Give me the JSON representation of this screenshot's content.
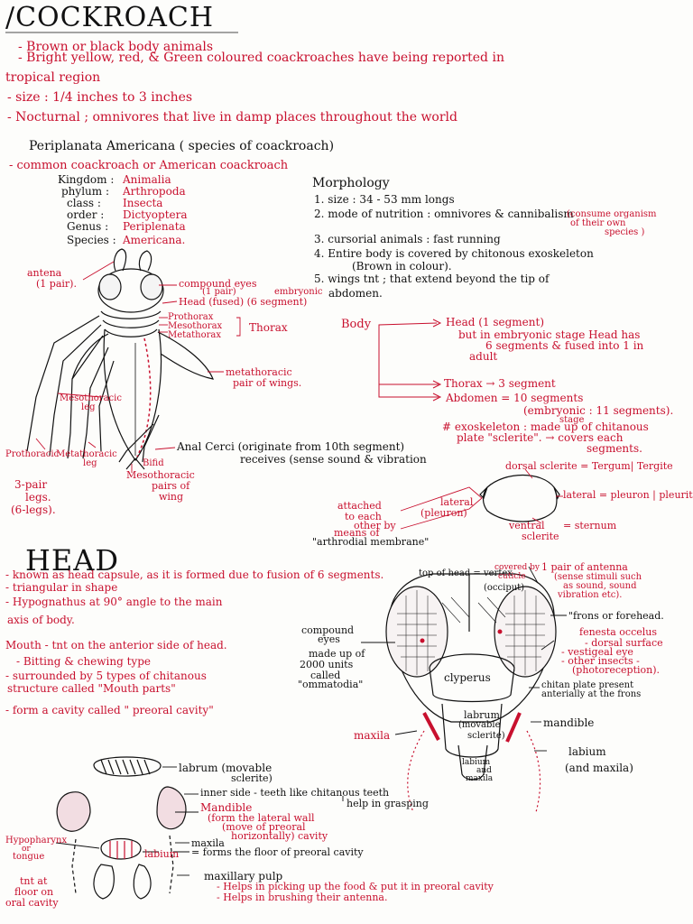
{
  "title": "/COCKROACH",
  "intro": [
    "- Brown or black body animals",
    "- Bright yellow, red, & Green coloured   coackroaches   have   being reported in",
    "tropical region",
    "- size : 1/4 inches to  3 inches",
    "- Nocturnal ; omnivores that live in damp places  throughout  the world"
  ],
  "species": {
    "heading": "Periplanata   Americana ( species of coackroach)",
    "common": "- common   coackroach  or     American      coackroach",
    "taxonomy": [
      {
        "label": "Kingdom :",
        "value": "Animalia"
      },
      {
        "label": "phylum :",
        "value": "Arthropoda"
      },
      {
        "label": "class :",
        "value": "Insecta"
      },
      {
        "label": "order :",
        "value": "Dictyoptera"
      },
      {
        "label": "Genus :",
        "value": "Periplenata"
      },
      {
        "label": "Species :",
        "value": "Americana."
      }
    ]
  },
  "morphology": {
    "heading": "Morphology",
    "items": [
      "1. size : 34 - 53 mm longs",
      "2. mode of nutrition : omnivores   &  cannibalism",
      "3. cursorial animals : fast running",
      "4. Entire body is covered by  chitonous  exoskeleton",
      "(Brown  in  colour).",
      "5. wings tnt ; that  extend  beyond  the tip of",
      "abdomen."
    ],
    "cannibalism_note": [
      "(consume  organism",
      "of their own",
      "species )"
    ]
  },
  "body_diagram_labels": {
    "antena": "antena",
    "antena_pair": "(1 pair).",
    "compound_eyes": "compound eyes",
    "compound_eyes_pair": "(1 pair)",
    "head_fused": "Head (fused) (6 segment)",
    "embryonic": "embryonic",
    "prothorax": "Prothorax",
    "mesothorax": "Mesothorax",
    "metathorax": "Metathorax",
    "thorax": "Thorax",
    "metathoracic_wings_1": "metathoracic",
    "metathoracic_wings_2": "pair of wings.",
    "mesothoracic_leg_1": "Mesothoracic",
    "mesothoracic_leg_2": "leg",
    "prothoracic_leg": "Prothoracic",
    "metathoracic_leg_1": "Metathoracic",
    "metathoracic_leg_2": "leg",
    "bifid": "Bifid",
    "mesothoracic_wing_1": "Mesothoracic",
    "mesothoracic_wing_2": "pairs of",
    "mesothoracic_wing_3": "wing",
    "three_pair_1": "3-pair",
    "three_pair_2": "legs.",
    "three_pair_3": "(6-legs).",
    "anal_cerci_1": "Anal Cerci (originate from 10th segment)",
    "anal_cerci_2": "receives (sense sound & vibration"
  },
  "body_tree": {
    "body": "Body",
    "head": "Head (1 segment)",
    "head_note": [
      "but in embryonic stage Head has",
      "6 segments & fused into 1 in",
      "adult"
    ],
    "thorax": "Thorax → 3 segment",
    "abdomen": "Abdomen = 10 segments",
    "abdomen_note": "(embryonic :  11 segments).",
    "stage": "stage",
    "exoskeleton": [
      "# exoskeleton : made up of chitanous",
      "plate  \"sclerite\". → covers each",
      "segments."
    ]
  },
  "sclerite": {
    "dorsal": "dorsal sclerite = Tergum| Tergite",
    "lateral_inner": [
      "lateral",
      "(pleuron)"
    ],
    "lateral_outer": "lateral = pleuron | pleurite",
    "ventral": [
      "ventral",
      "sclerite"
    ],
    "ventral_eq": "= sternum",
    "attached": [
      "attached",
      "to each",
      "other by",
      "means of"
    ],
    "arthrodial": "\"arthrodial membrane\""
  },
  "head_section": {
    "title": "HEAD",
    "points": [
      "- known as head capsule, as it is formed due to fusion of 6 segments.",
      "- triangular in shape",
      "- Hypognathus at 90° angle to the main",
      "axis of body."
    ],
    "mouth": [
      "Mouth - tnt on the anterior side of head.",
      "- Bitting & chewing type",
      "- surrounded by 5 types of chitanous",
      "structure called \"Mouth parts\"",
      "- form a cavity called \" preoral cavity\""
    ]
  },
  "head_diagram_labels": {
    "top_of_head": "top of head = vertex",
    "covered_by": "covered by",
    "cuticle": "cuticle",
    "occiput": "(occiput)",
    "antenna": [
      "1 pair of antenna",
      "(sense stimuli such",
      "as sound, sound",
      "vibration  etc)."
    ],
    "frons": "\"frons or forehead.",
    "compound_eyes": [
      "compound",
      "eyes",
      "made up of",
      "2000 units",
      "called",
      "\"ommatodia\""
    ],
    "fenesta": [
      "fenesta  occelus",
      "- dorsal  surface",
      "- vestigeal eye",
      "- other insects -",
      "(photoreception)."
    ],
    "clyperus": "clyperus",
    "chitan_plate": [
      "chitan plate present",
      "anterially at the frons"
    ],
    "labrum": [
      "labrum",
      "(movable",
      "sclerite)"
    ],
    "mandible": "mandible",
    "maxila": "maxila",
    "labium_inner": [
      "labium",
      "and",
      "maxila"
    ],
    "labium": [
      "labium",
      "(and maxila)"
    ]
  },
  "mouthparts_labels": {
    "labrum": "labrum (movable",
    "labrum_2": "sclerite)",
    "inner_side": "inner side - teeth like chitanous teeth",
    "help_grasping": "help in grasping",
    "mandible": "Mandible",
    "mandible_note": [
      "(form the lateral wall",
      "(move  of preoral",
      "horizontally) cavity"
    ],
    "maxila": "maxila",
    "labium": "labium",
    "labium_note": "= forms the floor of preoral cavity",
    "hypopharynx": [
      "Hypopharynx",
      "or",
      "tongue"
    ],
    "tnt_at": [
      "tnt at",
      "floor on",
      "oral cavity"
    ],
    "maxillary_pulp": "maxillary  pulp",
    "pulp_notes": [
      "- Helps in picking up the food & put it in preoral cavity",
      "- Helps in brushing  their  antenna."
    ]
  }
}
